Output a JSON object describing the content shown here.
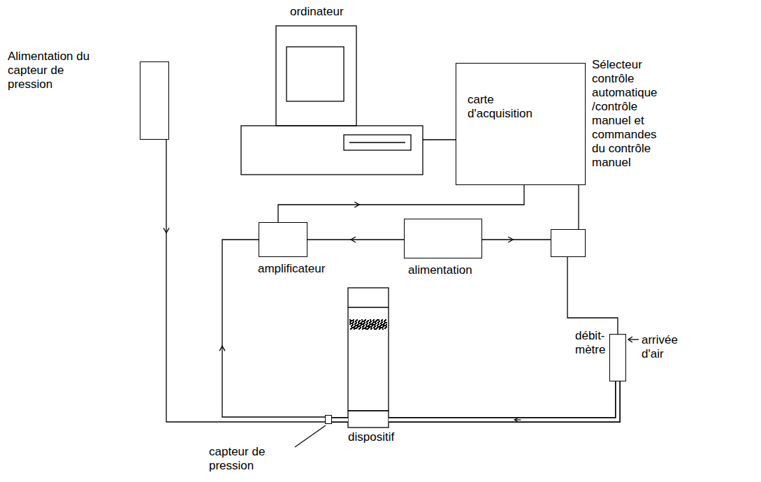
{
  "diagram": {
    "nodes": [
      {
        "text": [
          "ordinateur"
        ]
      },
      {
        "text": [
          "Alimentation du capteur de pression"
        ]
      },
      {
        "text": [
          "carte d'acquisition"
        ]
      },
      {
        "text": [
          "Sélecteur contrôle automatique /contrôle manuel et commandes du contrôle manuel"
        ]
      },
      {
        "text": [
          "amplificateur"
        ]
      },
      {
        "text": [
          "alimentation"
        ]
      },
      {
        "text": [
          "débit- mètre"
        ]
      },
      {
        "text": [
          "dispositif"
        ]
      },
      {
        "text": [
          "capteur de pression"
        ]
      }
    ],
    "edges": [
      {
        "from": 0,
        "to": 2,
        "arrow": "none"
      },
      {
        "from": 1,
        "to": 8,
        "arrow": "to"
      },
      {
        "from": 4,
        "to": 2,
        "arrow": "to"
      },
      {
        "from": 2,
        "to": 3,
        "arrow": "none"
      },
      {
        "from": 5,
        "to": 4,
        "arrow": "to"
      },
      {
        "from": 5,
        "to": 3,
        "arrow": "to"
      },
      {
        "from": 3,
        "to": 6,
        "arrow": "none"
      },
      {
        "from": 6,
        "to": 7,
        "arrow": "to"
      },
      {
        "from": 8,
        "to": 4,
        "arrow": "to"
      },
      {
        "from": 8,
        "to": 7,
        "arrow": "none"
      }
    ],
    "labels": [
      "arrivée d'air"
    ]
  }
}
